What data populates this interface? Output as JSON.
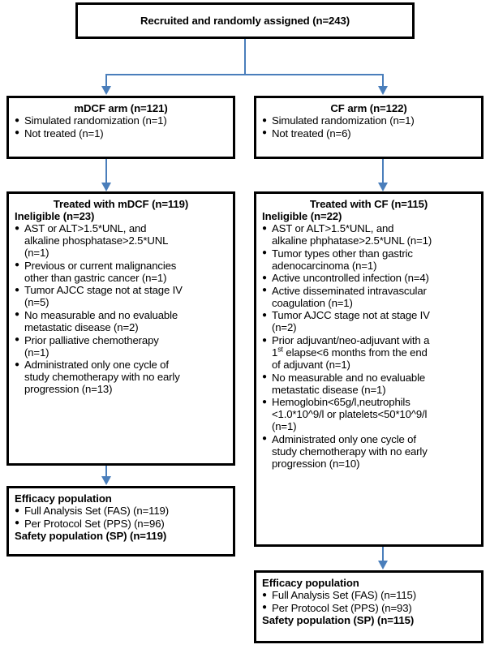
{
  "figure": {
    "type": "consort-flow-diagram",
    "accent_color": "#4a7ebb",
    "box_border_color": "#000000",
    "background_color": "#ffffff"
  },
  "recruited": {
    "title": "Recruited and randomly assigned (n=243)"
  },
  "mdcf_arm": {
    "title": "mDCF arm (n=121)",
    "bullets": [
      "Simulated randomization (n=1)",
      "Not treated (n=1)"
    ]
  },
  "cf_arm": {
    "title": "CF arm (n=122)",
    "bullets": [
      "Simulated randomization (n=1)",
      "Not treated (n=6)"
    ]
  },
  "treated_mdcf": {
    "title": "Treated with mDCF (n=119)",
    "subtitle": "Ineligible (n=23)",
    "bullets": [
      {
        "lines": [
          "AST or ALT>1.5*UNL, and",
          "alkaline phosphatase>2.5*UNL",
          "(n=1)"
        ]
      },
      {
        "lines": [
          "Previous or current malignancies",
          "other than gastric cancer (n=1)"
        ]
      },
      {
        "lines": [
          "Tumor AJCC stage not at stage IV",
          "(n=5)"
        ]
      },
      {
        "lines": [
          "No measurable and no evaluable",
          "metastatic disease (n=2)"
        ]
      },
      {
        "lines": [
          "Prior palliative chemotherapy",
          "(n=1)"
        ]
      },
      {
        "lines": [
          "Administrated only one cycle of",
          "study chemotherapy with no early",
          "progression (n=13)"
        ]
      }
    ]
  },
  "treated_cf": {
    "title": "Treated with CF (n=115)",
    "subtitle": "Ineligible (n=22)",
    "bullets": [
      {
        "lines": [
          "AST or ALT>1.5*UNL, and",
          "alkaline phphatase>2.5*UNL (n=1)"
        ]
      },
      {
        "lines": [
          "Tumor types other than gastric",
          "adenocarcinoma (n=1)"
        ]
      },
      {
        "lines": [
          "Active uncontrolled infection (n=4)"
        ]
      },
      {
        "lines": [
          "Active disseminated intravascular",
          "coagulation (n=1)"
        ]
      },
      {
        "lines": [
          "Tumor AJCC stage not at stage IV",
          "(n=2)"
        ]
      },
      {
        "lines": [
          "Prior adjuvant/neo-adjuvant with a",
          "1st elapse<6 months from the end",
          "of adjuvant (n=1)"
        ],
        "superscript_line": 1,
        "superscript_text": "st"
      },
      {
        "lines": [
          "No measurable and no evaluable",
          "metastatic disease (n=1)"
        ]
      },
      {
        "lines": [
          "Hemoglobin<65g/l,neutrophils",
          "<1.0*10^9/l or platelets<50*10^9/l",
          "(n=1)"
        ]
      },
      {
        "lines": [
          "Administrated only one cycle of",
          "study chemotherapy with no early",
          "progression (n=10)"
        ]
      }
    ]
  },
  "efficacy_mdcf": {
    "title": "Efficacy population",
    "bullets": [
      "Full Analysis Set (FAS) (n=119)",
      "Per Protocol Set (PPS) (n=96)"
    ],
    "footer": "Safety population (SP) (n=119)"
  },
  "efficacy_cf": {
    "title": "Efficacy population",
    "bullets": [
      "Full Analysis Set (FAS) (n=115)",
      "Per Protocol Set (PPS) (n=93)"
    ],
    "footer": "Safety population (SP) (n=115)"
  }
}
